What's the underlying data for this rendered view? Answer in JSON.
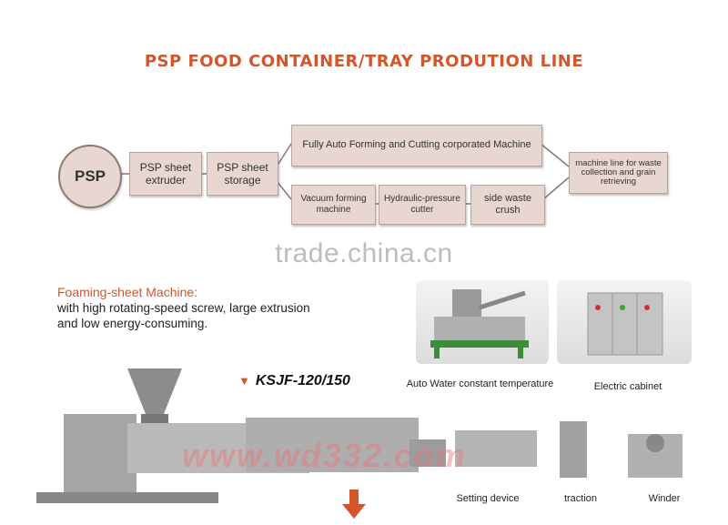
{
  "title": "PSP FOOD CONTAINER/TRAY PRODUTION LINE",
  "flow": {
    "start": "PSP",
    "extruder": "PSP sheet extruder",
    "storage": "PSP sheet storage",
    "auto_machine": "Fully Auto Forming and Cutting corporated Machine",
    "vacuum": "Vacuum forming machine",
    "hydraulic": "Hydraulic-pressure cutter",
    "crush": "side waste crush",
    "waste_line": "machine line for waste collection and grain retrieving"
  },
  "watermark": "trade.china.cn",
  "foaming": {
    "title": "Foaming-sheet Machine:",
    "desc_line1": "with high rotating-speed screw, large extrusion",
    "desc_line2": "and low energy-consuming."
  },
  "model": "KSJF-120/150",
  "captions": {
    "water": "Auto Water constant temperature",
    "cabinet": "Electric cabinet",
    "setting": "Setting device",
    "traction": "traction",
    "winder": "Winder"
  },
  "photo_watermark": "www.wd332.com",
  "colors": {
    "accent": "#d2562a",
    "box_fill": "#e8d6d0",
    "line": "#8f7a73"
  }
}
